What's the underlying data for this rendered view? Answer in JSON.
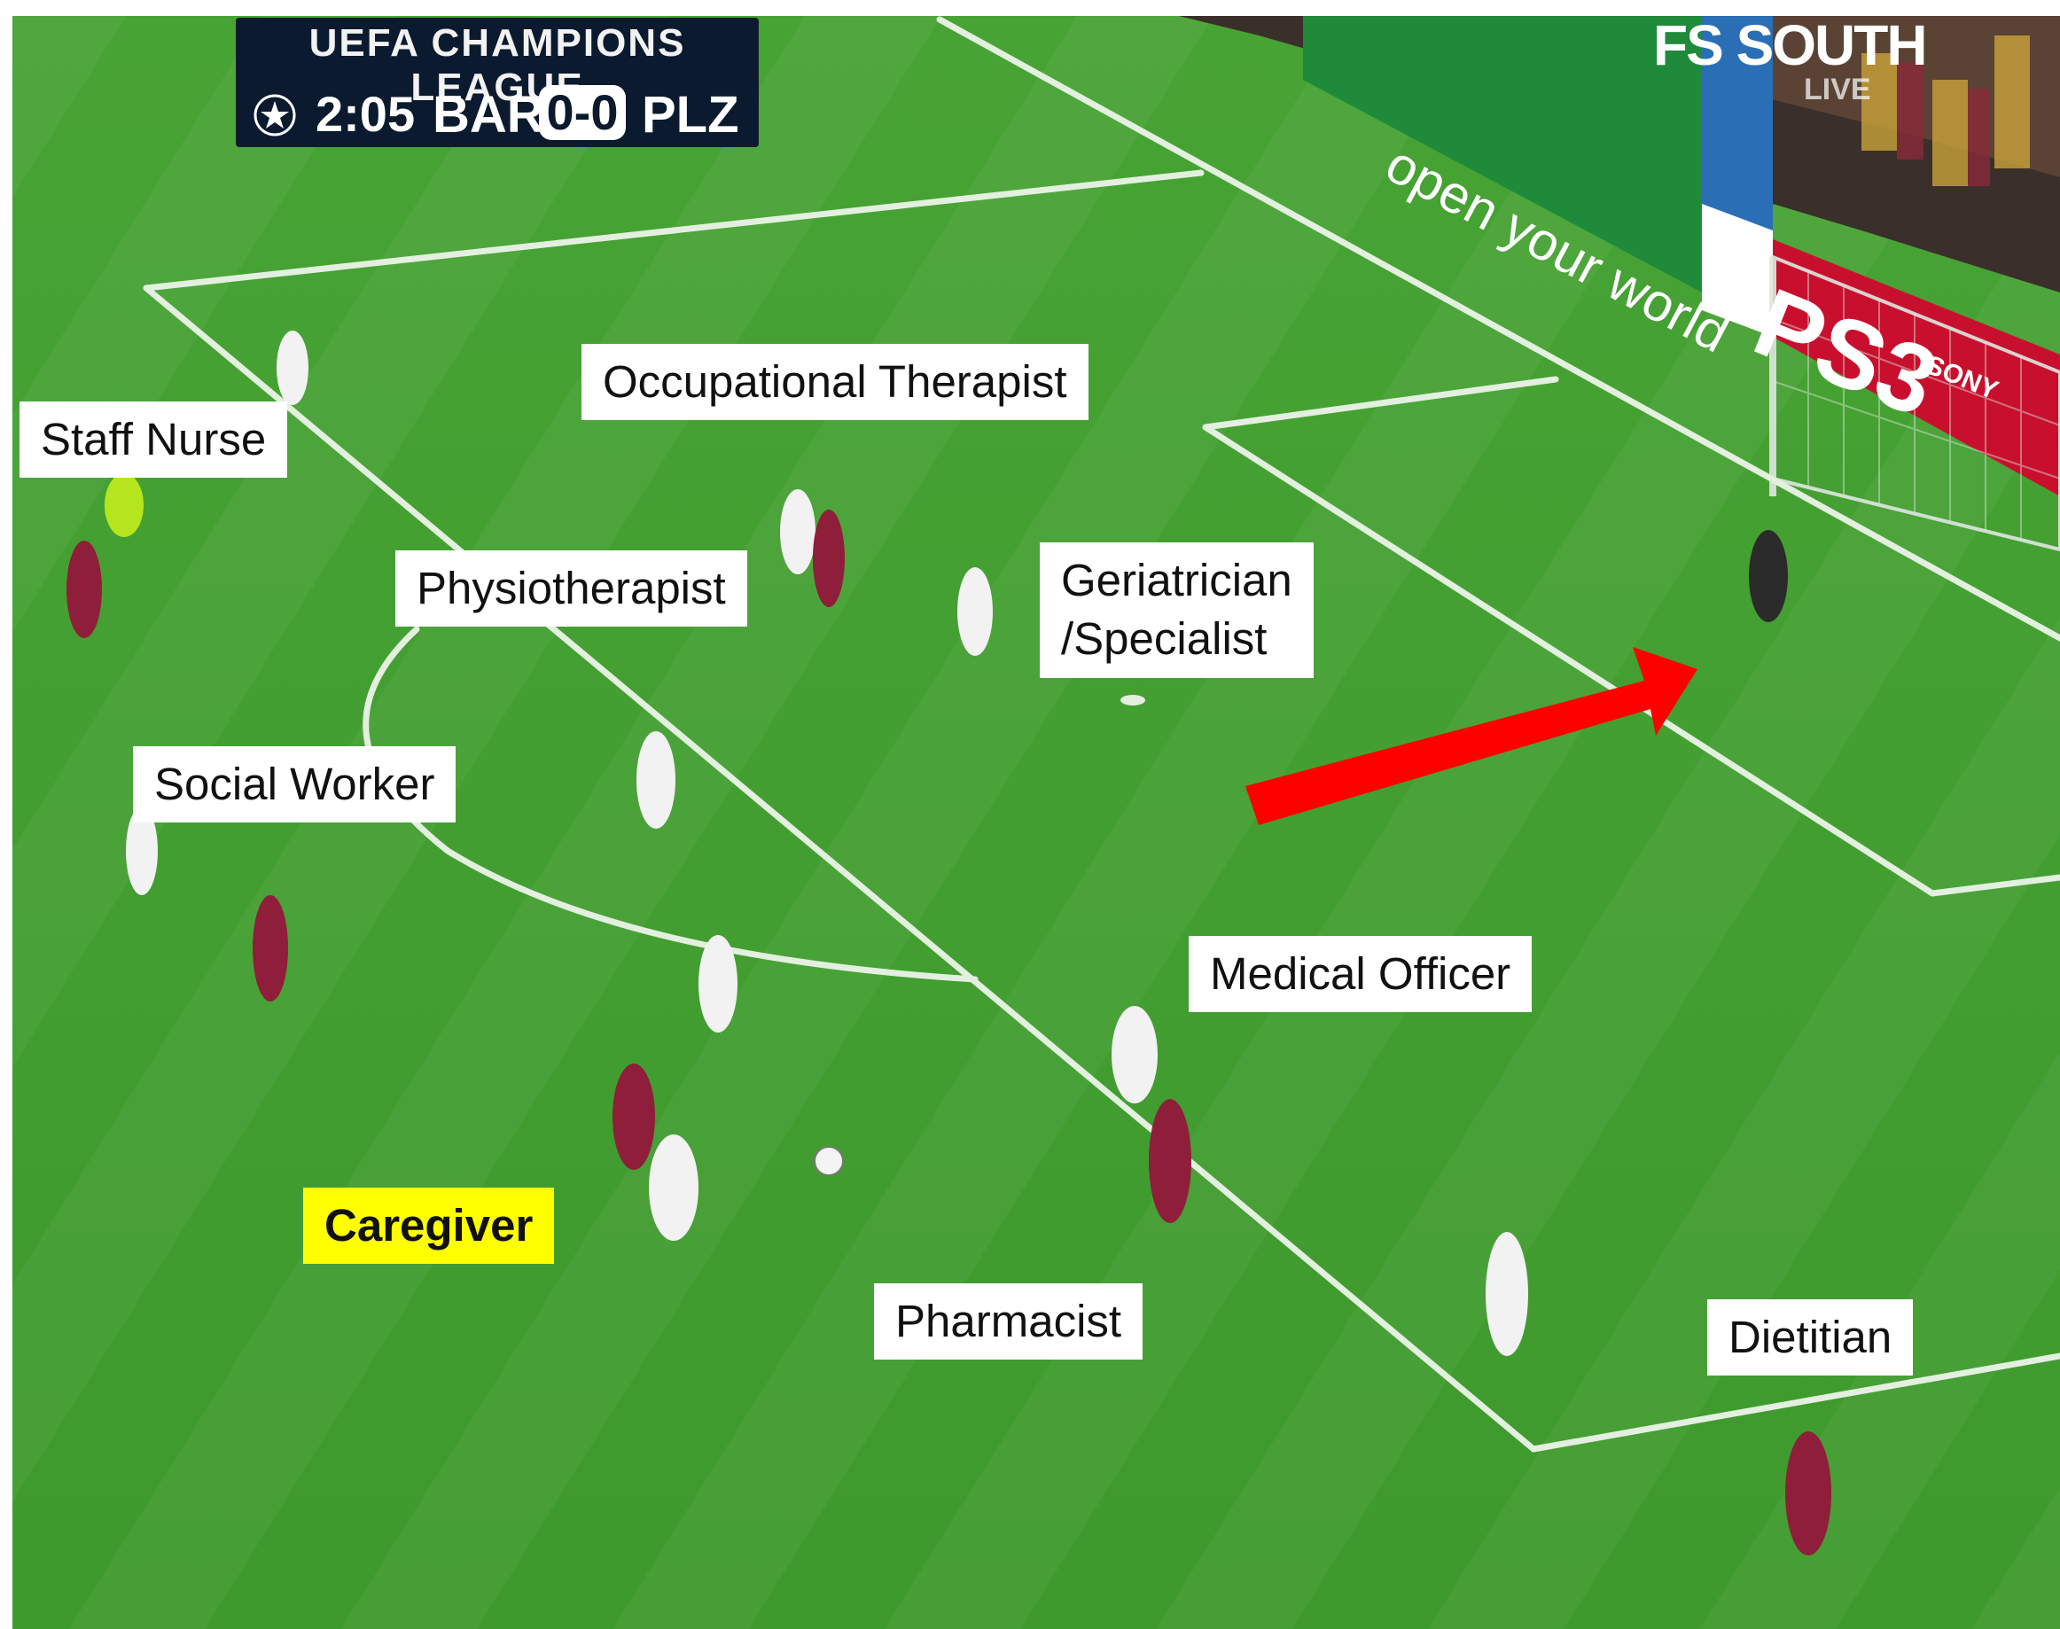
{
  "scorebug": {
    "competition": "UEFA CHAMPIONS LEAGUE",
    "clock": "2:05",
    "home": "BAR",
    "score": "0-0",
    "away": "PLZ"
  },
  "boards": {
    "broadcaster": "FS SOUTH",
    "broadcaster_sub": "LIVE",
    "sponsor_slogan": "open your world",
    "goal_board": "PS3",
    "brand": "SONY"
  },
  "labels": [
    {
      "key": "staff-nurse",
      "text": "Staff Nurse"
    },
    {
      "key": "occupational-therapist",
      "text": "Occupational Therapist"
    },
    {
      "key": "physiotherapist",
      "text": "Physiotherapist"
    },
    {
      "key": "geriatrician-specialist",
      "text": "Geriatrician\n/Specialist"
    },
    {
      "key": "social-worker",
      "text": "Social Worker"
    },
    {
      "key": "medical-officer",
      "text": "Medical Officer"
    },
    {
      "key": "caregiver",
      "text": "Caregiver"
    },
    {
      "key": "pharmacist",
      "text": "Pharmacist"
    },
    {
      "key": "dietitian",
      "text": "Dietitian"
    }
  ],
  "colors": {
    "pitch_light": "#4fae3a",
    "pitch_dark": "#3f9a2e",
    "line": "#e8f3e4",
    "arrow": "#ff0000",
    "highlight": "#ffff00"
  }
}
